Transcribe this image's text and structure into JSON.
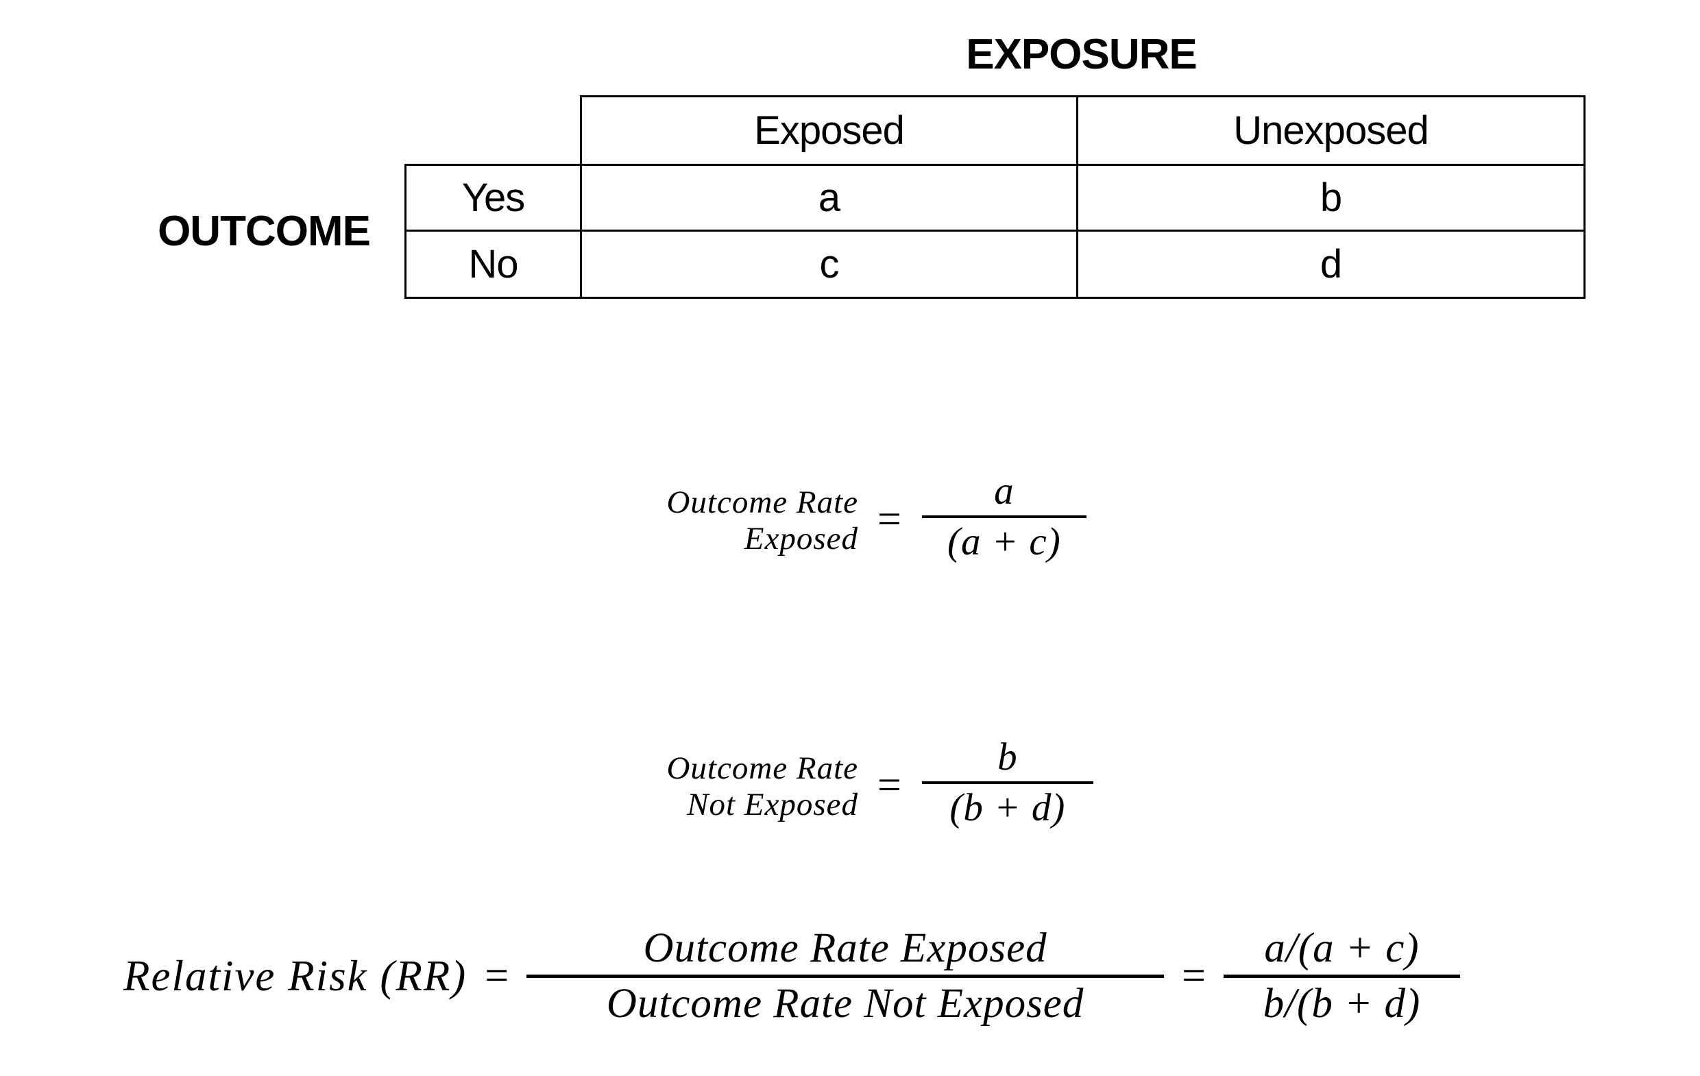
{
  "table": {
    "exposure_header": "EXPOSURE",
    "outcome_header": "OUTCOME",
    "col_headers": [
      "Exposed",
      "Unexposed"
    ],
    "rows": [
      {
        "label": "Yes",
        "cells": [
          "a",
          "b"
        ]
      },
      {
        "label": "No",
        "cells": [
          "c",
          "d"
        ]
      }
    ]
  },
  "formulas": {
    "rate_exposed": {
      "label_line1": "Outcome Rate",
      "label_line2": "Exposed",
      "equals": "=",
      "numerator": "a",
      "denominator": "(a + c)"
    },
    "rate_not_exposed": {
      "label_line1": "Outcome Rate",
      "label_line2": "Not Exposed",
      "equals": "=",
      "numerator": "b",
      "denominator": "(b + d)"
    },
    "relative_risk": {
      "lhs": "Relative Risk (RR)",
      "equals_1": "=",
      "frac1_numerator": "Outcome Rate Exposed",
      "frac1_denominator": "Outcome Rate Not Exposed",
      "equals_2": "=",
      "frac2_numerator": "a/(a + c)",
      "frac2_denominator": "b/(b + d)"
    }
  },
  "colors": {
    "text": "#000000",
    "background": "#ffffff"
  }
}
